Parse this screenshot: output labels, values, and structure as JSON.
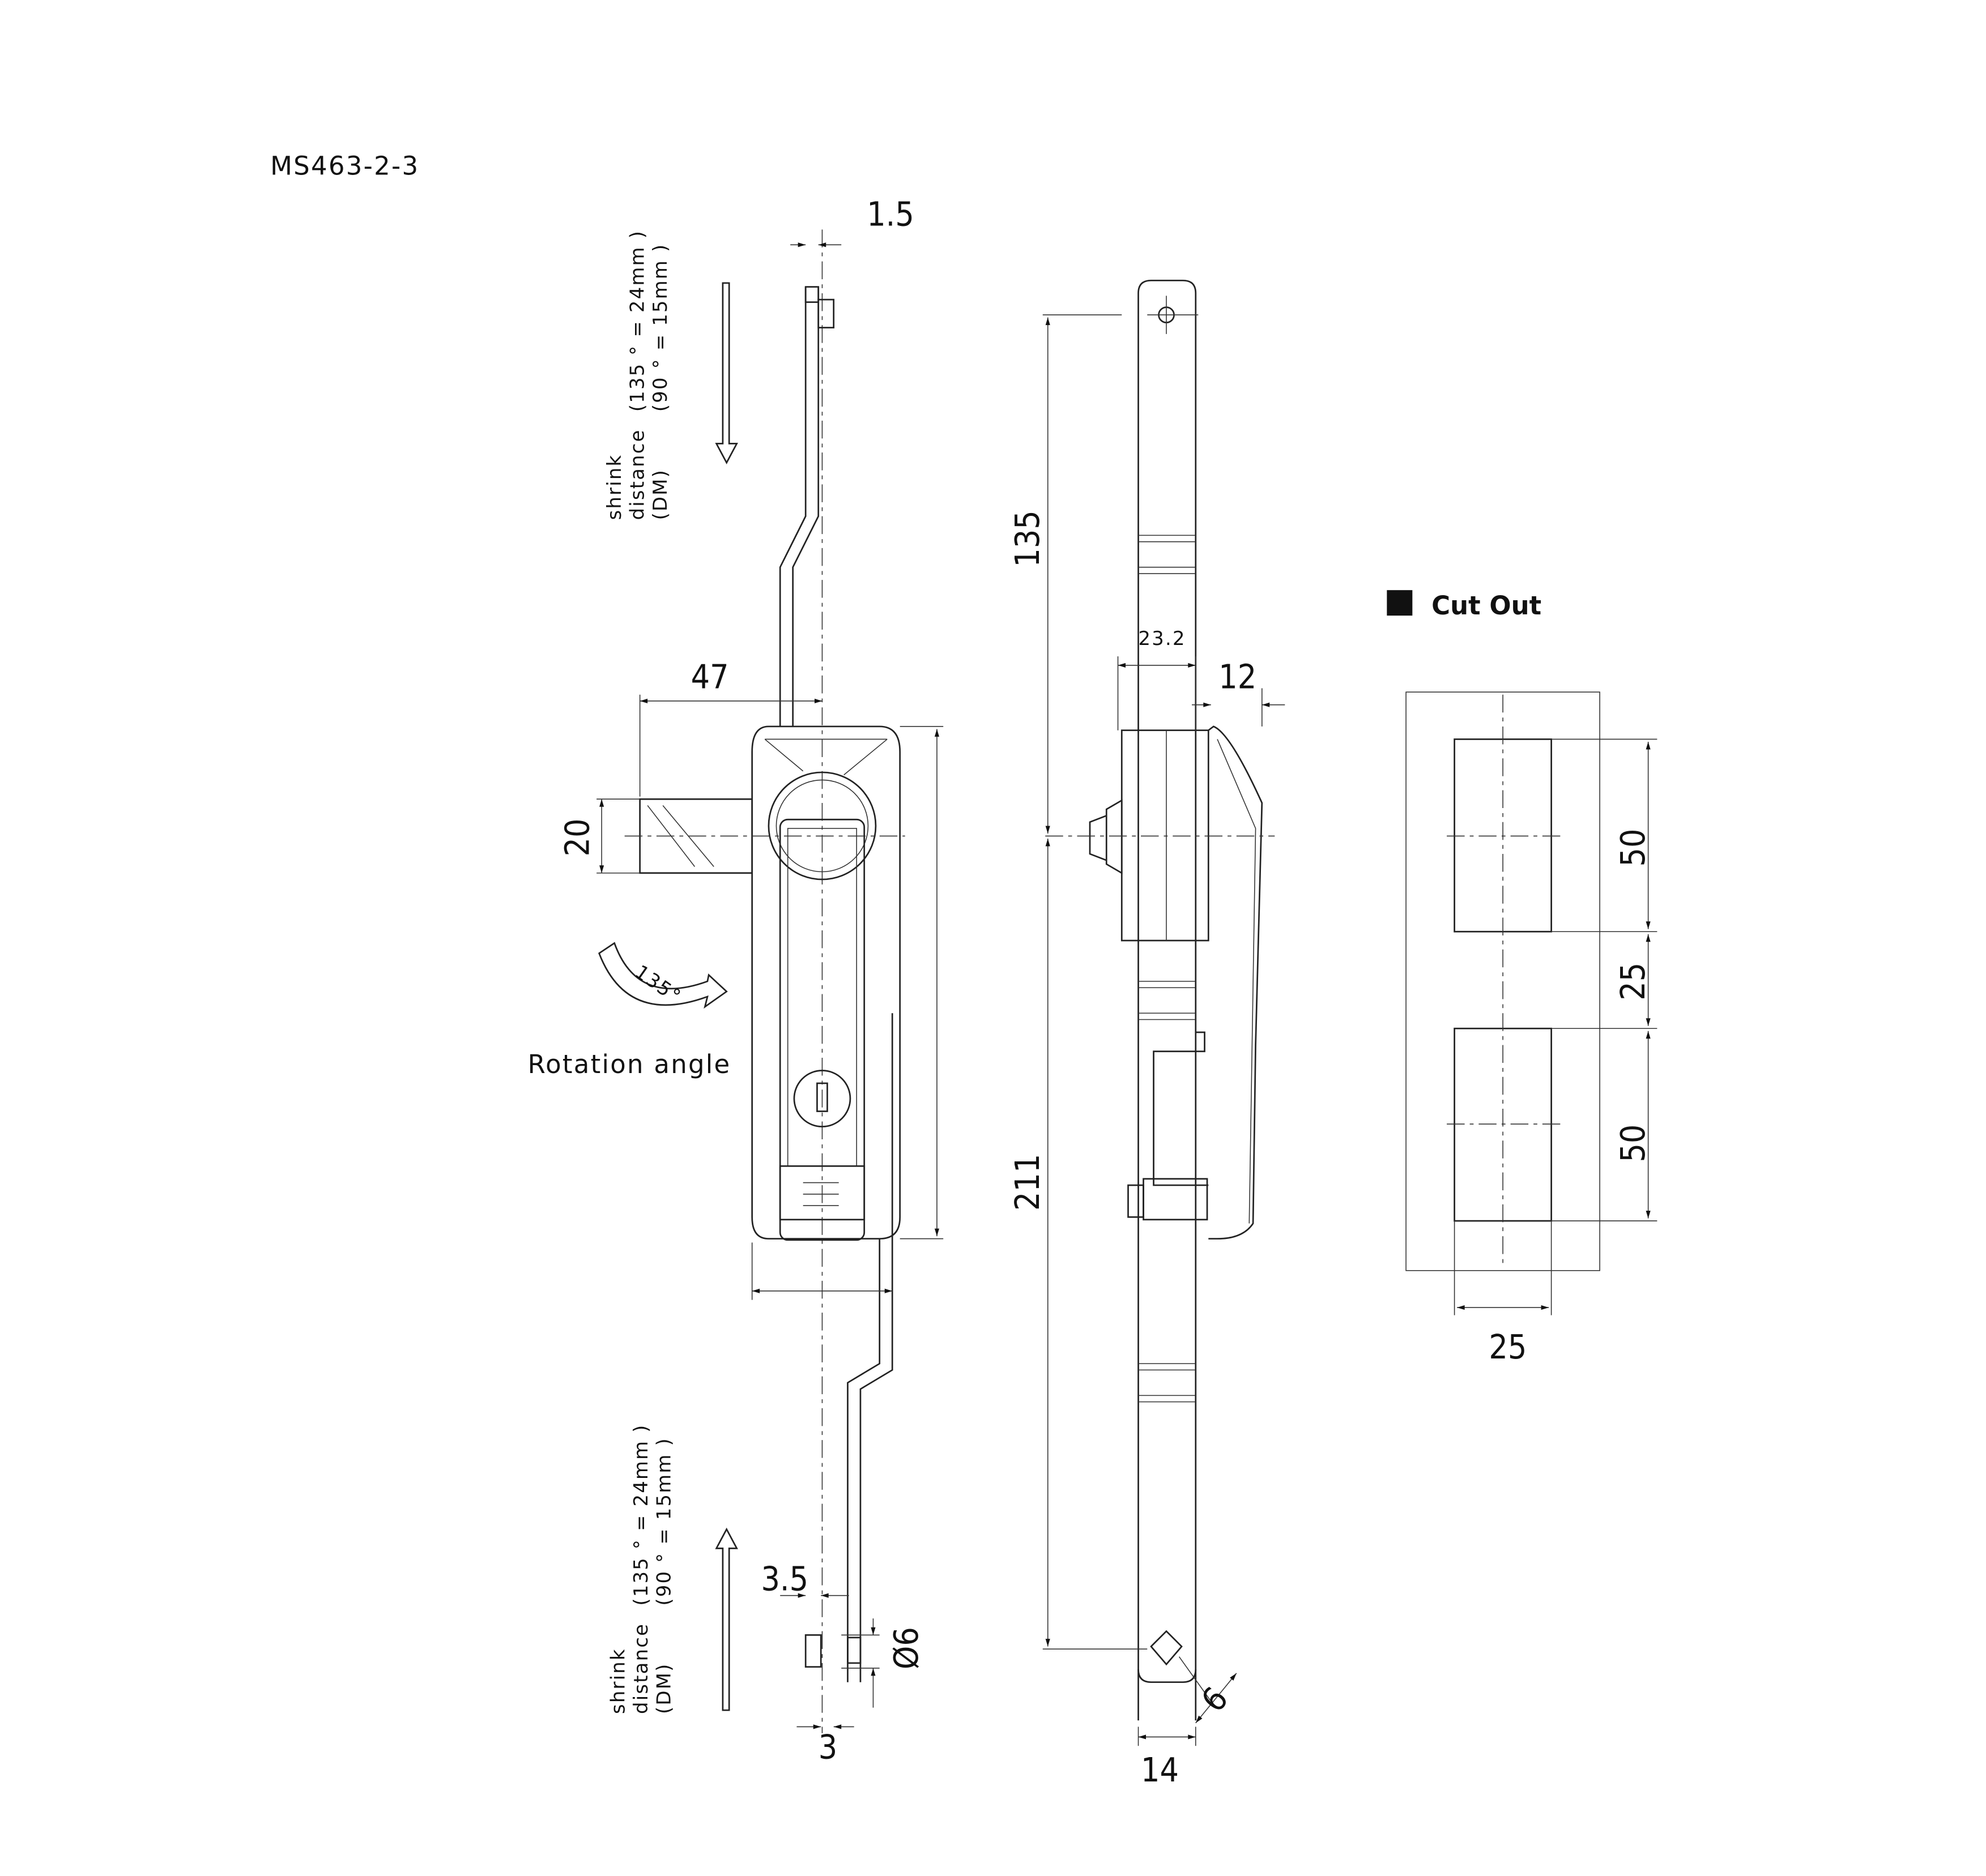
{
  "title": "MS463-2-3",
  "shrink_note": {
    "line1": "shrink",
    "line2": "distance",
    "line3": "(DM)",
    "value_135": "(135 ° = 24mm )",
    "value_90": "(90 ° = 15mm )"
  },
  "rotation": {
    "label": "Rotation angle",
    "angle": "135°"
  },
  "cut_out_label": "Cut Out",
  "dimensions": {
    "thickness_top": "1.5",
    "handle_offset": "47",
    "cam_width": "20",
    "upper_length": "135",
    "body_depth": "23.2",
    "handle_depth": "12",
    "lower_length": "211",
    "rod_offset": "3.5",
    "pin_diameter": "Ø6",
    "rod_thickness": "3",
    "rod_width": "14",
    "square_hole": "6",
    "cutout_height_1": "50",
    "cutout_gap": "25",
    "cutout_height_2": "50",
    "cutout_width": "25"
  }
}
